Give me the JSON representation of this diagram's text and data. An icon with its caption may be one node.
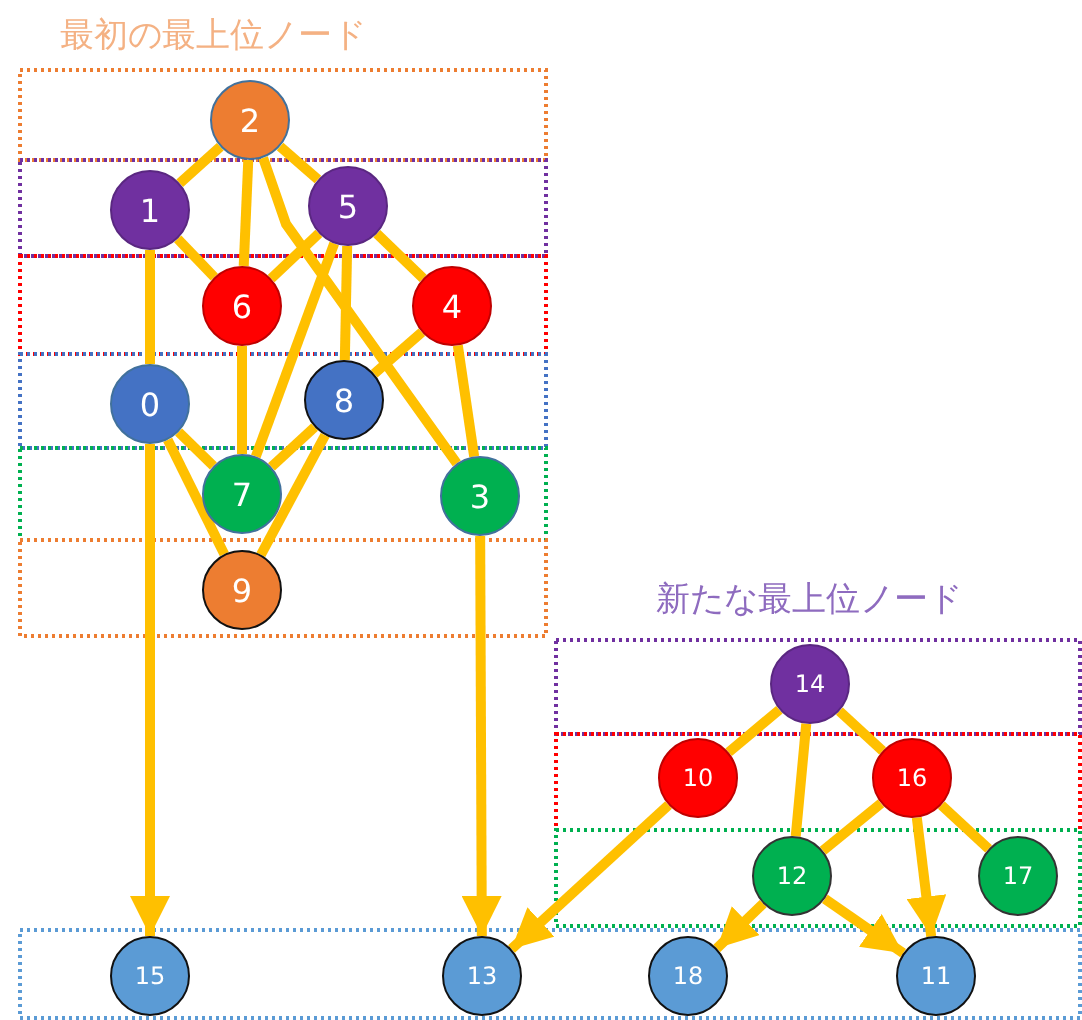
{
  "diagram": {
    "nodes": [
      {
        "text": [
          "0"
        ]
      },
      {
        "text": [
          "1"
        ]
      },
      {
        "text": [
          "2"
        ]
      },
      {
        "text": [
          "3"
        ]
      },
      {
        "text": [
          "4"
        ]
      },
      {
        "text": [
          "5"
        ]
      },
      {
        "text": [
          "6"
        ]
      },
      {
        "text": [
          "7"
        ]
      },
      {
        "text": [
          "8"
        ]
      },
      {
        "text": [
          "9"
        ]
      },
      {
        "text": [
          "10"
        ]
      },
      {
        "text": [
          "11"
        ]
      },
      {
        "text": [
          "12"
        ]
      },
      {
        "text": [
          "13"
        ]
      },
      {
        "text": [
          "14"
        ]
      },
      {
        "text": [
          "15"
        ]
      },
      {
        "text": [
          "16"
        ]
      },
      {
        "text": [
          "17"
        ]
      },
      {
        "text": [
          "18"
        ]
      }
    ],
    "edges": [
      {
        "from": 2,
        "to": 1,
        "arrow": "none"
      },
      {
        "from": 2,
        "to": 6,
        "arrow": "none"
      },
      {
        "from": 2,
        "to": 5,
        "arrow": "none"
      },
      {
        "from": 2,
        "to": 3,
        "arrow": "none"
      },
      {
        "from": 1,
        "to": 6,
        "arrow": "none"
      },
      {
        "from": 1,
        "to": 0,
        "arrow": "none"
      },
      {
        "from": 5,
        "to": 6,
        "arrow": "none"
      },
      {
        "from": 5,
        "to": 7,
        "arrow": "none"
      },
      {
        "from": 5,
        "to": 8,
        "arrow": "none"
      },
      {
        "from": 5,
        "to": 4,
        "arrow": "none"
      },
      {
        "from": 6,
        "to": 7,
        "arrow": "none"
      },
      {
        "from": 4,
        "to": 8,
        "arrow": "none"
      },
      {
        "from": 4,
        "to": 3,
        "arrow": "none"
      },
      {
        "from": 8,
        "to": 7,
        "arrow": "none"
      },
      {
        "from": 8,
        "to": 9,
        "arrow": "none"
      },
      {
        "from": 0,
        "to": 7,
        "arrow": "none"
      },
      {
        "from": 0,
        "to": 9,
        "arrow": "none"
      },
      {
        "from": 0,
        "to": 15,
        "arrow": "to"
      },
      {
        "from": 3,
        "to": 13,
        "arrow": "to"
      },
      {
        "from": 14,
        "to": 10,
        "arrow": "none"
      },
      {
        "from": 14,
        "to": 12,
        "arrow": "none"
      },
      {
        "from": 14,
        "to": 16,
        "arrow": "none"
      },
      {
        "from": 16,
        "to": 12,
        "arrow": "none"
      },
      {
        "from": 16,
        "to": 17,
        "arrow": "none"
      },
      {
        "from": 16,
        "to": 11,
        "arrow": "to"
      },
      {
        "from": 12,
        "to": 18,
        "arrow": "to"
      },
      {
        "from": 12,
        "to": 11,
        "arrow": "to"
      },
      {
        "from": 10,
        "to": 13,
        "arrow": "to"
      }
    ],
    "labels": [
      "最初の最上位ノード",
      "新たな最上位ノード"
    ]
  }
}
